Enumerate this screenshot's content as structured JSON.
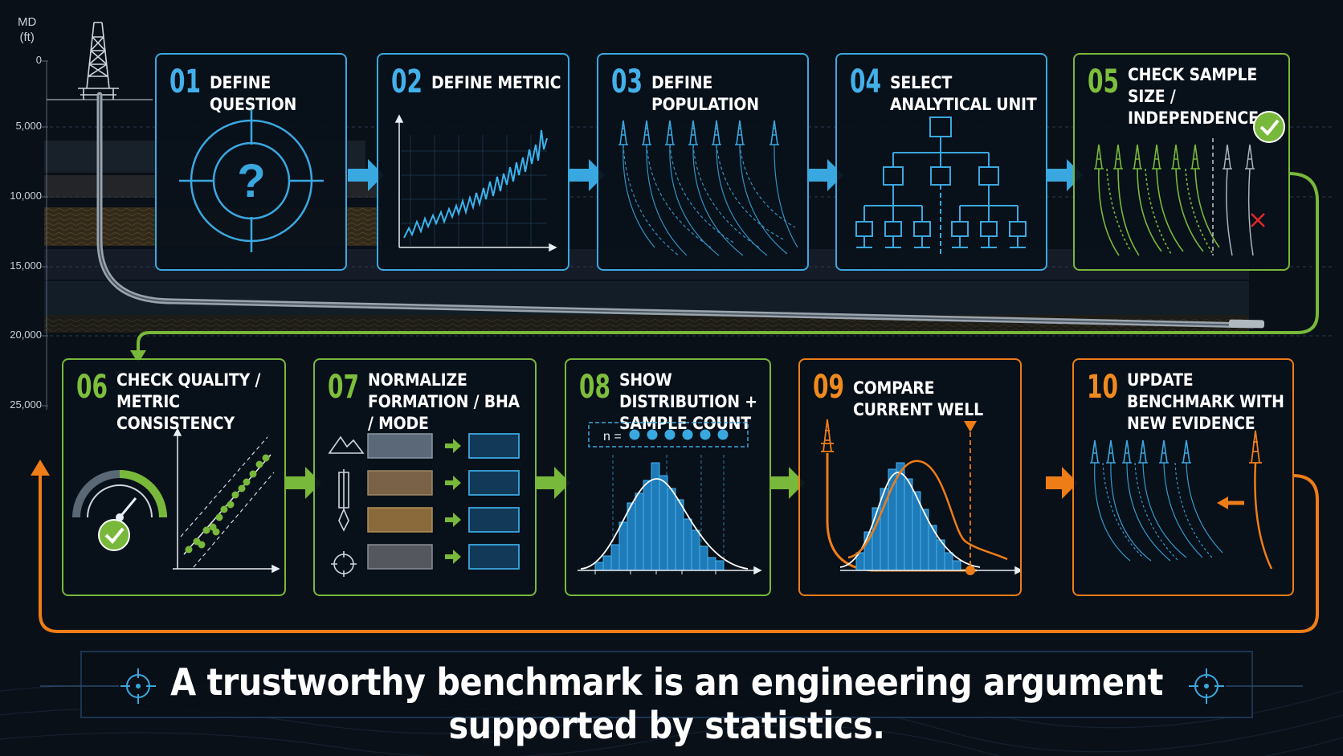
{
  "depth_axis": {
    "title_line1": "MD",
    "title_line2": "(ft)",
    "ticks": [
      "0",
      "5,000",
      "10,000",
      "15,000",
      "20,000",
      "25,000"
    ]
  },
  "steps": [
    {
      "num": "01",
      "title": "DEFINE QUESTION",
      "color": "blue"
    },
    {
      "num": "02",
      "title": "DEFINE METRIC",
      "color": "blue"
    },
    {
      "num": "03",
      "title": "DEFINE POPULATION",
      "color": "blue"
    },
    {
      "num": "04",
      "title": "SELECT ANALYTICAL UNIT",
      "color": "blue"
    },
    {
      "num": "05",
      "title": "CHECK SAMPLE SIZE / INDEPENDENCE",
      "color": "green"
    },
    {
      "num": "06",
      "title": "CHECK QUALITY / METRIC CONSISTENCY",
      "color": "green"
    },
    {
      "num": "07",
      "title": "NORMALIZE FORMATION / BHA / MODE",
      "color": "green"
    },
    {
      "num": "08",
      "title": "SHOW DISTRIBUTION + SAMPLE COUNT",
      "color": "green"
    },
    {
      "num": "09",
      "title": "COMPARE CURRENT WELL",
      "color": "orange"
    },
    {
      "num": "10",
      "title": "UPDATE BENCHMARK WITH NEW EVIDENCE",
      "color": "orange"
    }
  ],
  "sample_count_label": "n =",
  "banner": "A trustworthy benchmark is an engineering argument supported by statistics.",
  "colors": {
    "blue": "#3aa8e0",
    "green": "#78b83a",
    "orange": "#ee7d18",
    "background": "#0a1018"
  }
}
